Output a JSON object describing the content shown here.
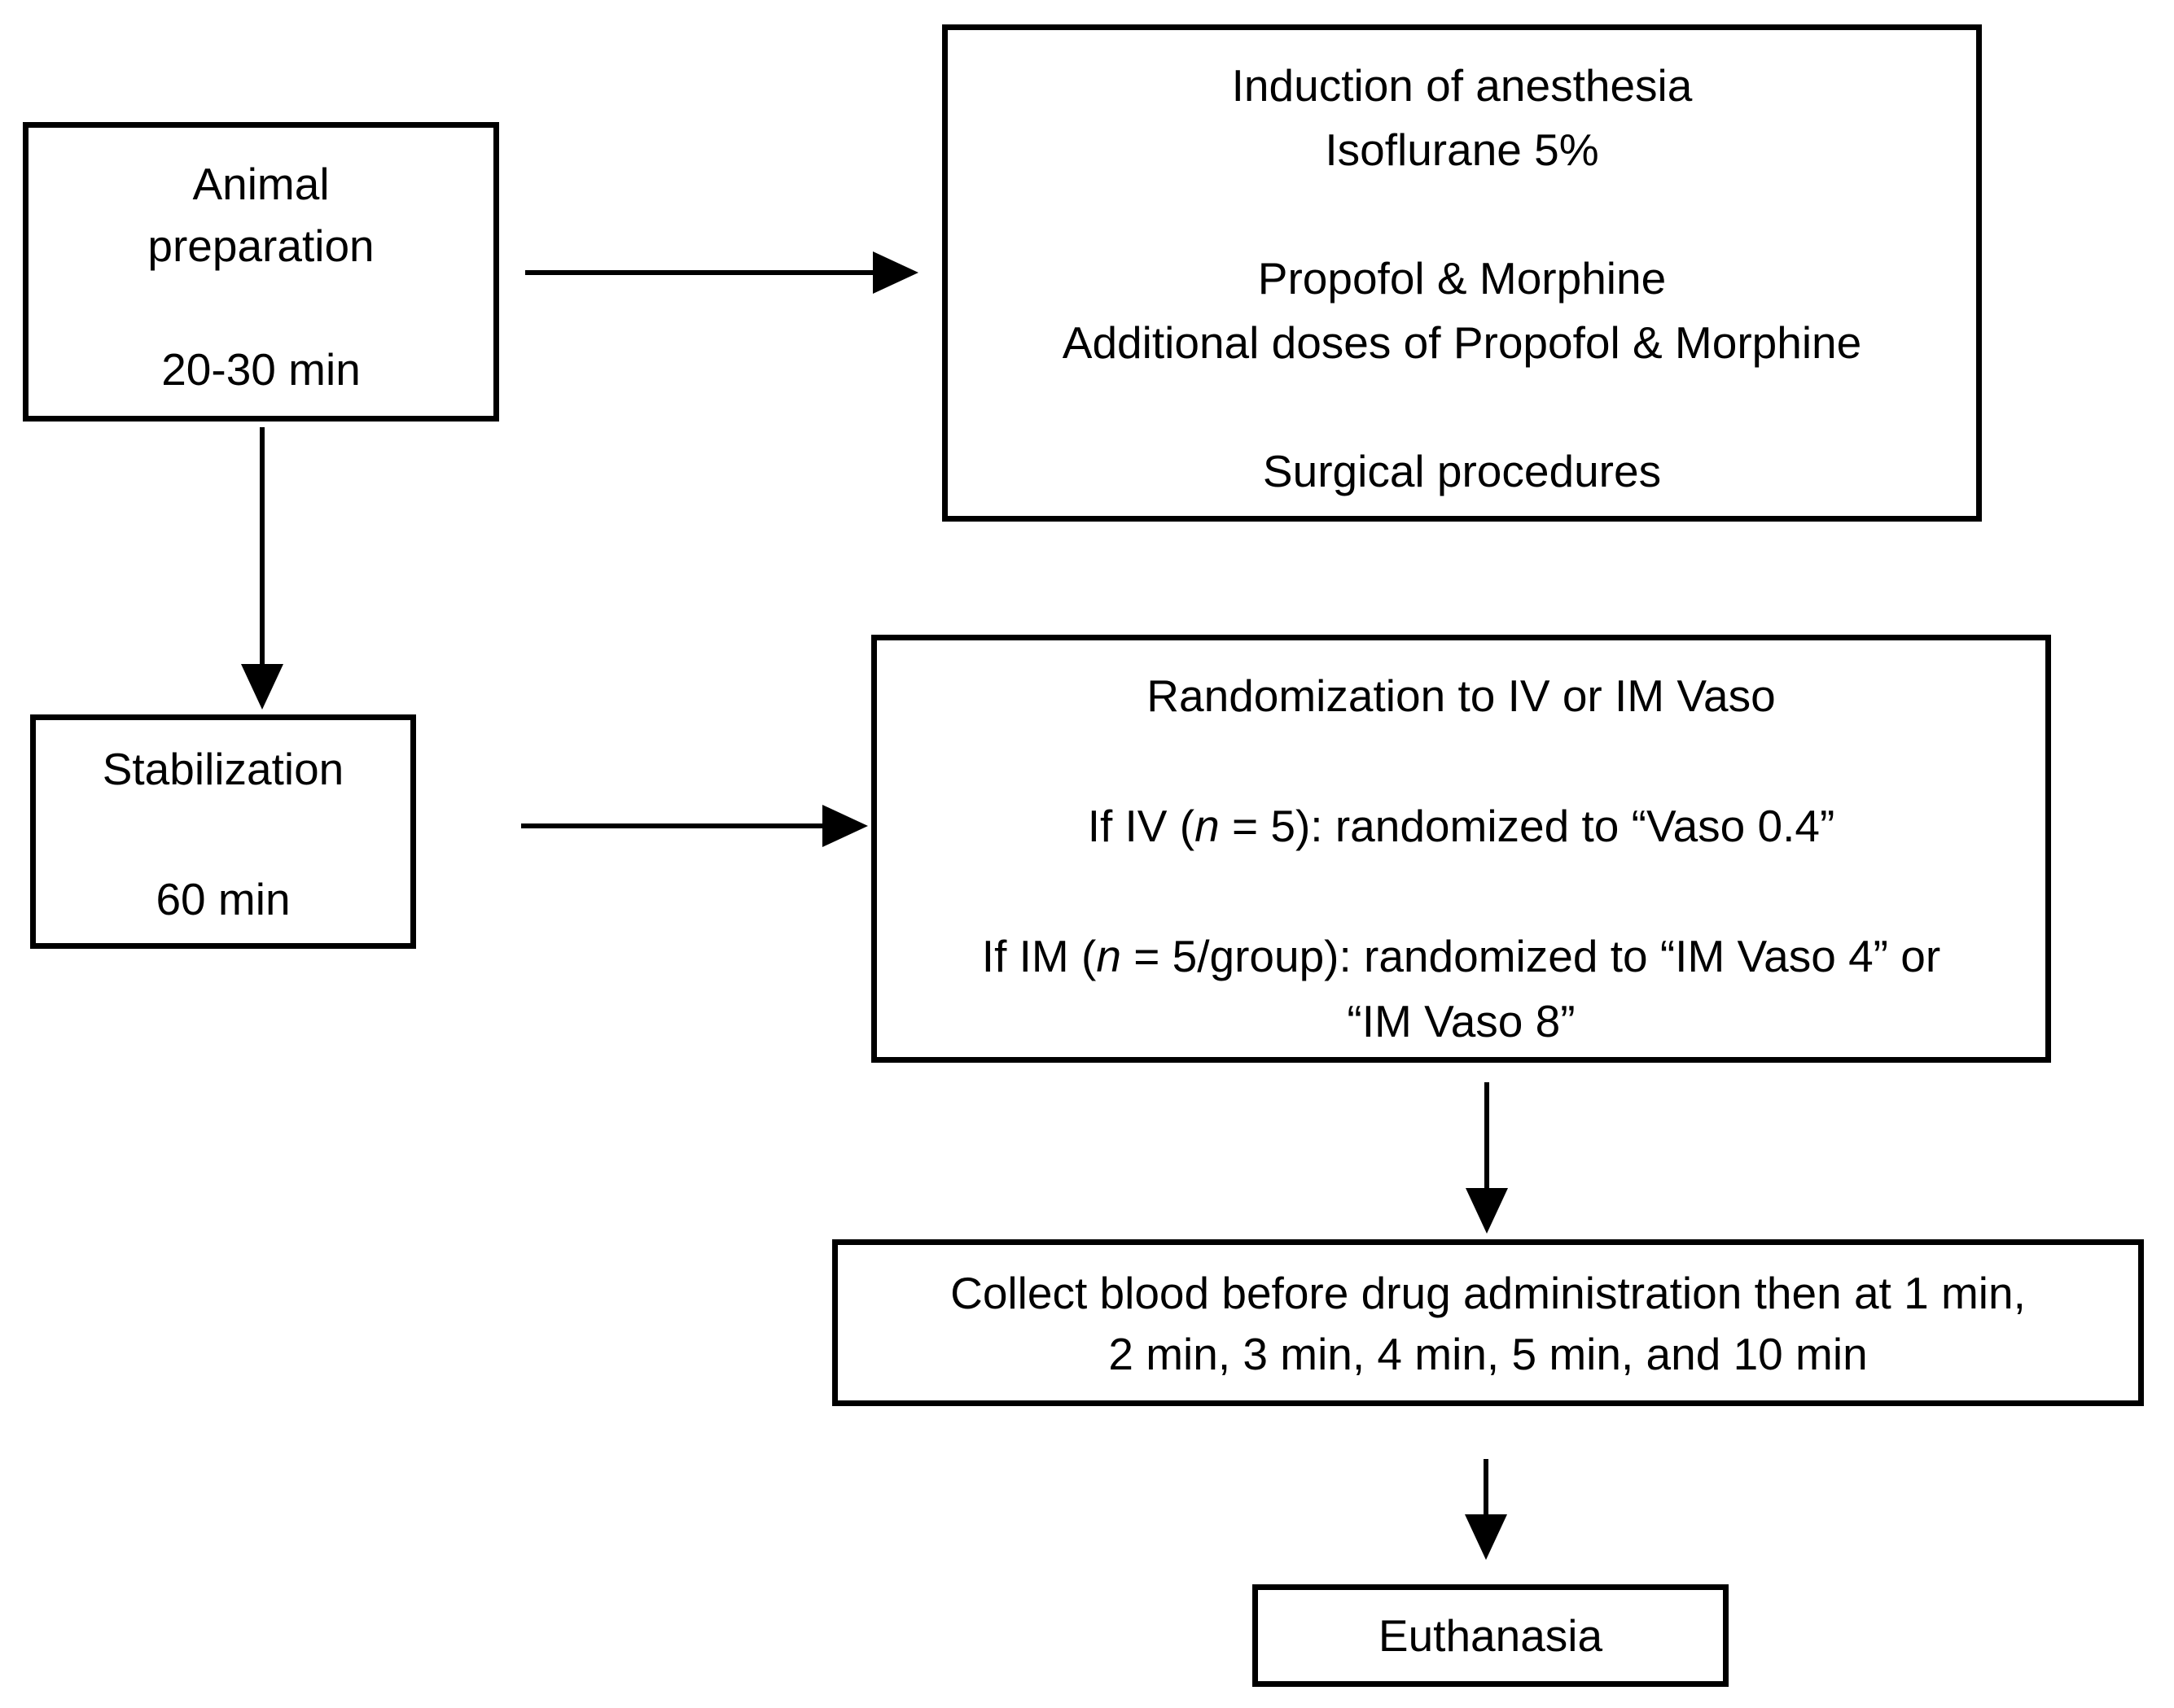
{
  "diagram": {
    "colors": {
      "border": "#000000",
      "background": "#ffffff",
      "text": "#000000"
    },
    "nodes": {
      "animal_prep": {
        "lines": [
          "Animal",
          "preparation",
          "20-30 min"
        ]
      },
      "induction": {
        "lines": [
          "Induction of anesthesia",
          "Isoflurane 5%",
          "Propofol & Morphine",
          "Additional doses of Propofol & Morphine",
          "Surgical procedures"
        ]
      },
      "stabilization": {
        "lines": [
          "Stabilization",
          "60 min"
        ]
      },
      "randomization": {
        "title": "Randomization to IV or IM Vaso",
        "if_iv": {
          "pre": "If IV (",
          "var": "n",
          "post": " = 5): randomized to “Vaso 0.4”"
        },
        "if_im": {
          "pre": "If IM (",
          "var": "n",
          "post": " = 5/group): randomized to “IM Vaso 4” or"
        },
        "if_im_cont": "“IM Vaso 8”"
      },
      "collect": {
        "lines": [
          "Collect blood before drug administration then at 1 min,",
          "2 min, 3 min, 4 min, 5 min, and 10 min"
        ]
      },
      "euthanasia": {
        "label": "Euthanasia"
      }
    },
    "edges": [
      {
        "from": "animal_prep",
        "to": "induction",
        "direction": "right"
      },
      {
        "from": "animal_prep",
        "to": "stabilization",
        "direction": "down"
      },
      {
        "from": "stabilization",
        "to": "randomization",
        "direction": "right"
      },
      {
        "from": "randomization",
        "to": "collect",
        "direction": "down"
      },
      {
        "from": "collect",
        "to": "euthanasia",
        "direction": "down"
      }
    ]
  }
}
